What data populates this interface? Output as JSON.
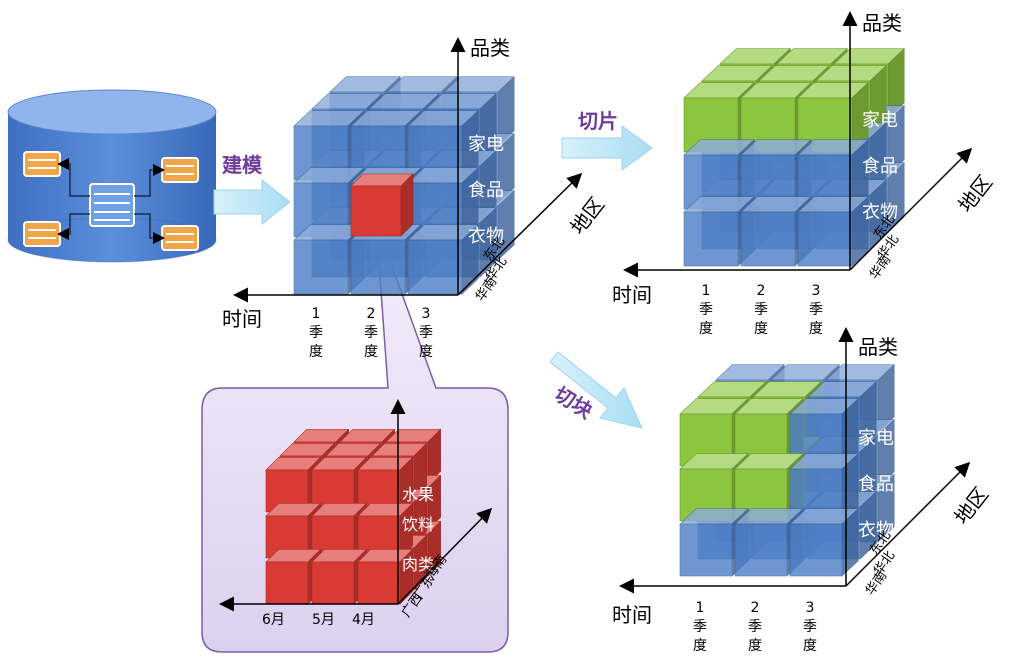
{
  "colors": {
    "cube_blue": "#4f7fc6",
    "cube_blue_dark": "#2f5e9e",
    "slice_green": "#8cc63f",
    "highlight_red": "#d93a34",
    "callout_purple": "#e6dcf4",
    "arrow_cyan": "#bfe8f8",
    "verb_purple": "#6f3c9c"
  },
  "database": {
    "icon": "database-cylinder-icon"
  },
  "verbs": {
    "model": "建模",
    "slice": "切片",
    "dice": "切块"
  },
  "axes": {
    "category": "品类",
    "time": "时间",
    "region": "地区"
  },
  "categories": [
    "家电",
    "食品",
    "衣物"
  ],
  "regions": [
    "东北",
    "华北",
    "华南"
  ],
  "quarters": [
    {
      "num": "1",
      "l1": "季",
      "l2": "度"
    },
    {
      "num": "2",
      "l1": "季",
      "l2": "度"
    },
    {
      "num": "3",
      "l1": "季",
      "l2": "度"
    }
  ],
  "subcube": {
    "categories": [
      "水果",
      "饮料",
      "肉类"
    ],
    "regions": [
      "海南",
      "广东",
      "广西"
    ],
    "months": [
      "6月",
      "5月",
      "4月"
    ]
  }
}
